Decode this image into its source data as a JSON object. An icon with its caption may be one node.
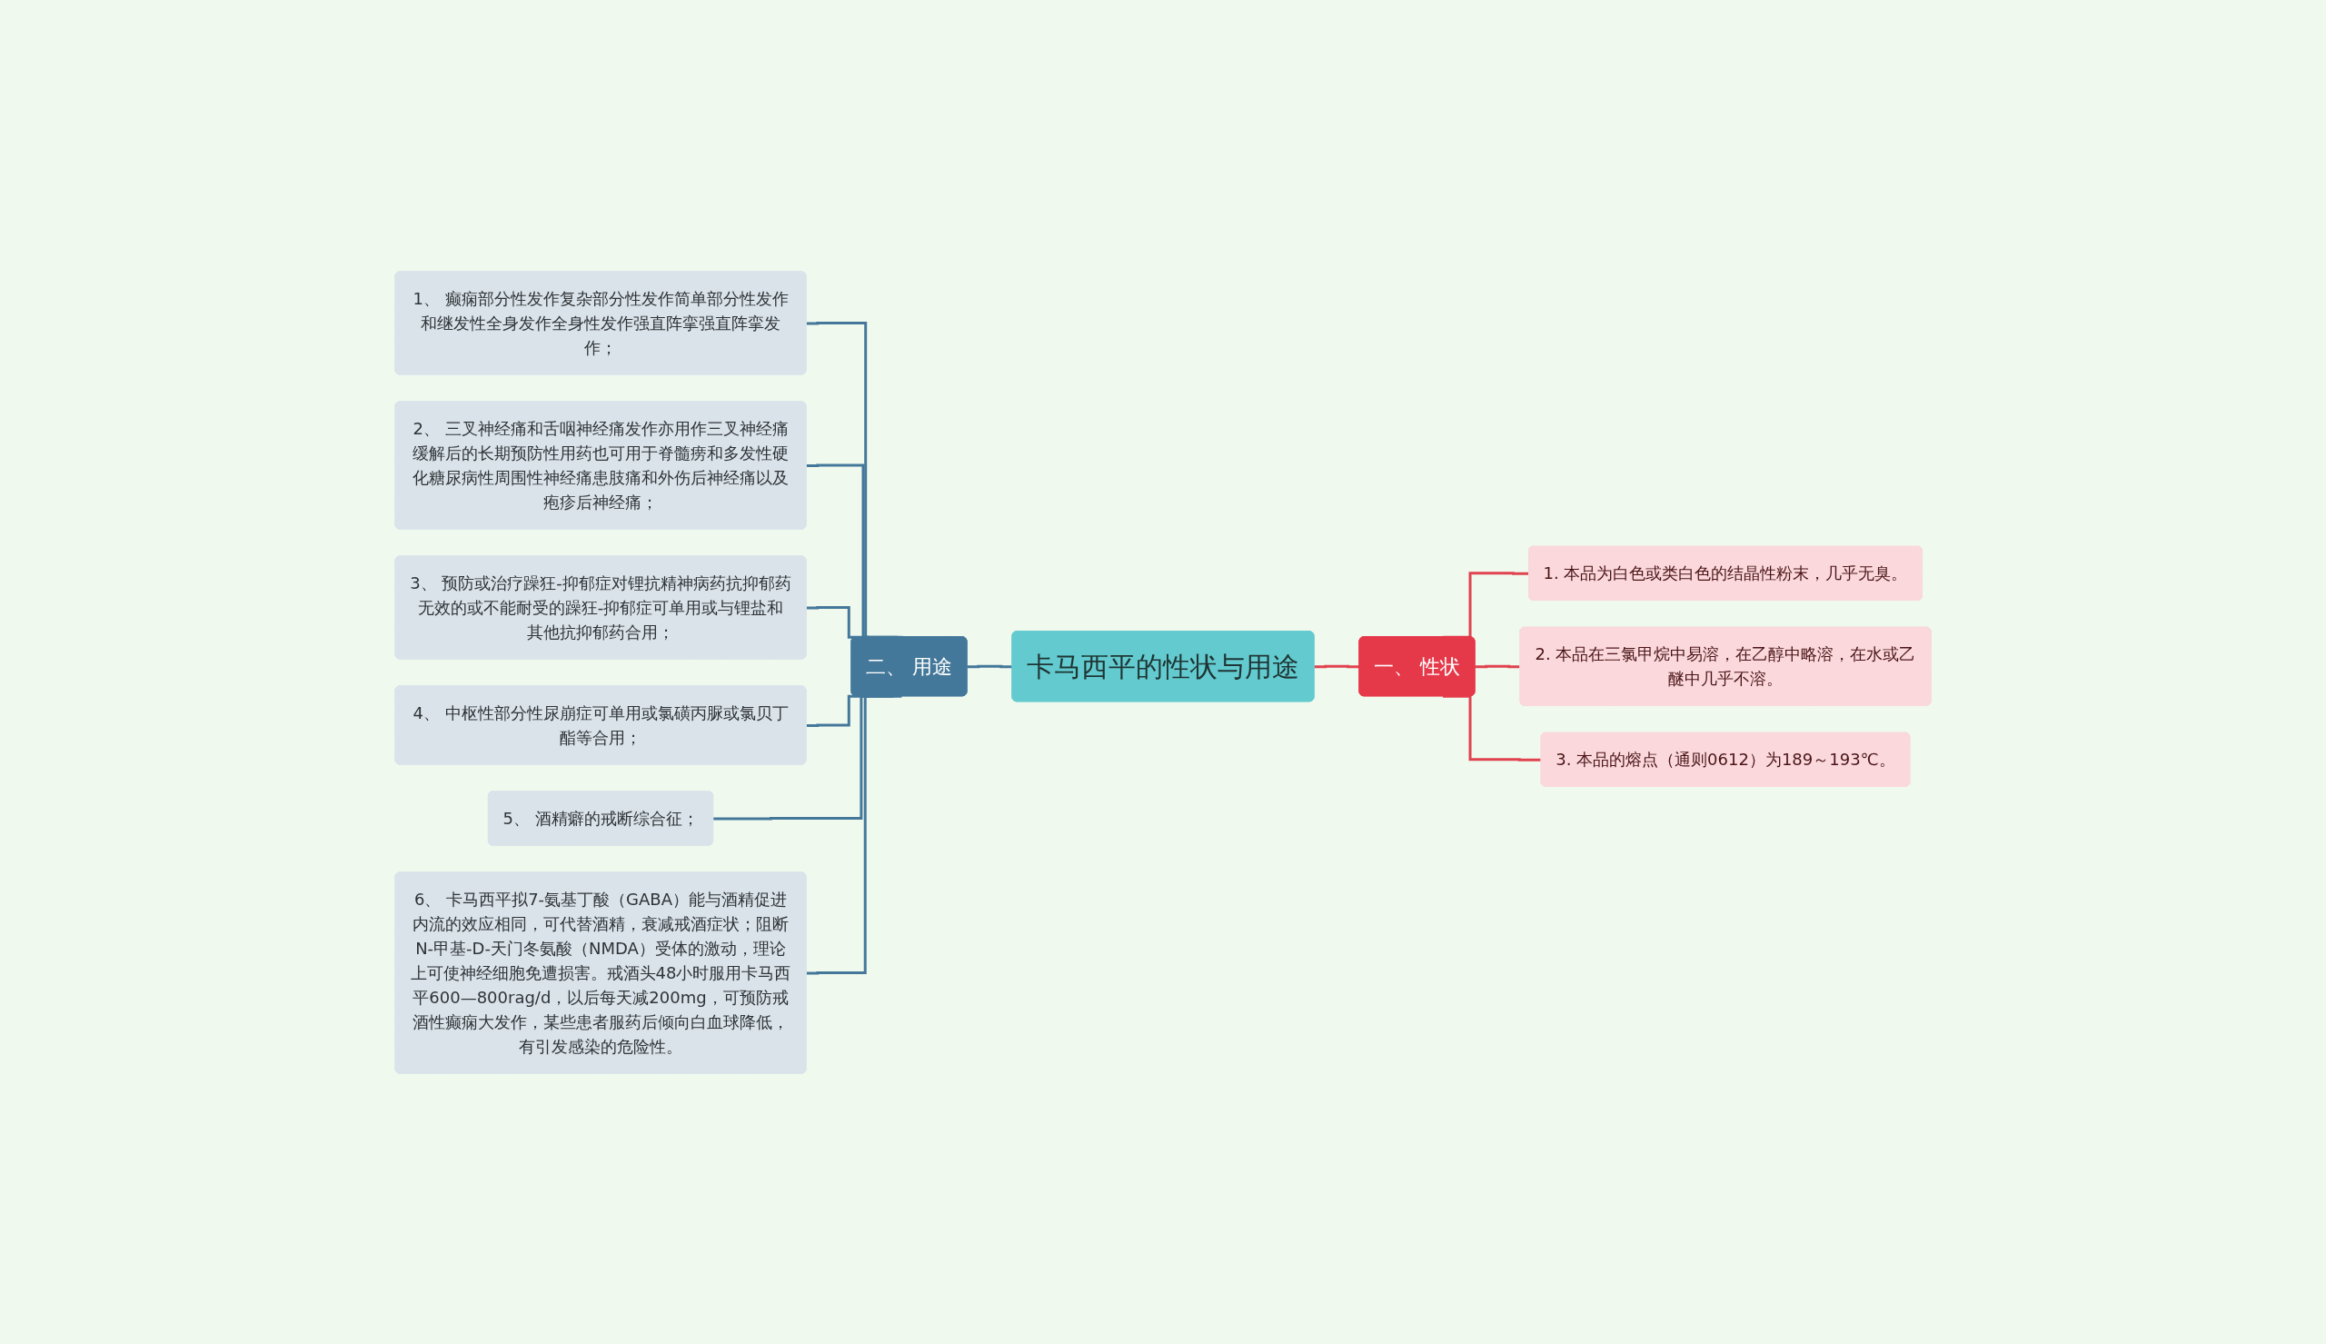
{
  "diagram": {
    "nodes": [
      {
        "text": [
          "卡马西平的性状与用途"
        ]
      },
      {
        "text": [
          "一、 性状"
        ]
      },
      {
        "text": [
          "1. 本品为白色或类白色的结晶性粉末，几乎无臭。"
        ]
      },
      {
        "text": [
          "2. 本品在三氯甲烷中易溶，在乙醇中略溶，在水或乙醚中几乎不溶。"
        ]
      },
      {
        "text": [
          "3. 本品的熔点（通则0612）为189～193℃。"
        ]
      },
      {
        "text": [
          "二、 用途"
        ]
      },
      {
        "text": [
          "1、 癫痫部分性发作复杂部分性发作简单部分性发作和继发性全身发作全身性发作强直阵挛强直阵挛发作；"
        ]
      },
      {
        "text": [
          "2、 三叉神经痛和舌咽神经痛发作亦用作三叉神经痛缓解后的长期预防性用药也可用于脊髓痨和多发性硬化糖尿病性周围性神经痛患肢痛和外伤后神经痛以及疱疹后神经痛；"
        ]
      },
      {
        "text": [
          "3、 预防或治疗躁狂-抑郁症对锂抗精神病药抗抑郁药无效的或不能耐受的躁狂-抑郁症可单用或与锂盐和其他抗抑郁药合用；"
        ]
      },
      {
        "text": [
          "4、 中枢性部分性尿崩症可单用或氯磺丙脲或氯贝丁酯等合用；"
        ]
      },
      {
        "text": [
          "5、 酒精癖的戒断综合征；"
        ]
      },
      {
        "text": [
          "6、 卡马西平拟7-氨基丁酸（GABA）能与酒精促进内流的效应相同，可代替酒精，衰减戒酒症状；阻断N-甲基-D-天门冬氨酸（NMDA）受体的激动，理论上可使神经细胞免遭损害。戒酒头48小时服用卡马西平600—800rag/d，以后每天减200mg，可预防戒酒性癫痫大发作，某些患者服药后倾向白血球降低，有引发感染的危险性。"
        ]
      }
    ],
    "edges": [
      {
        "from": 0,
        "to": 1,
        "arrow": "none",
        "color": "#e0434f"
      },
      {
        "from": 1,
        "to": 2,
        "arrow": "none",
        "color": "#e0434f"
      },
      {
        "from": 1,
        "to": 3,
        "arrow": "none",
        "color": "#e0434f"
      },
      {
        "from": 1,
        "to": 4,
        "arrow": "none",
        "color": "#e0434f"
      },
      {
        "from": 0,
        "to": 5,
        "arrow": "none"
      },
      {
        "from": 5,
        "to": 6,
        "arrow": "none"
      },
      {
        "from": 5,
        "to": 7,
        "arrow": "none"
      },
      {
        "from": 5,
        "to": 8,
        "arrow": "none"
      },
      {
        "from": 5,
        "to": 9,
        "arrow": "none"
      },
      {
        "from": 5,
        "to": 10,
        "arrow": "none"
      },
      {
        "from": 5,
        "to": 11,
        "arrow": "none"
      }
    ]
  }
}
